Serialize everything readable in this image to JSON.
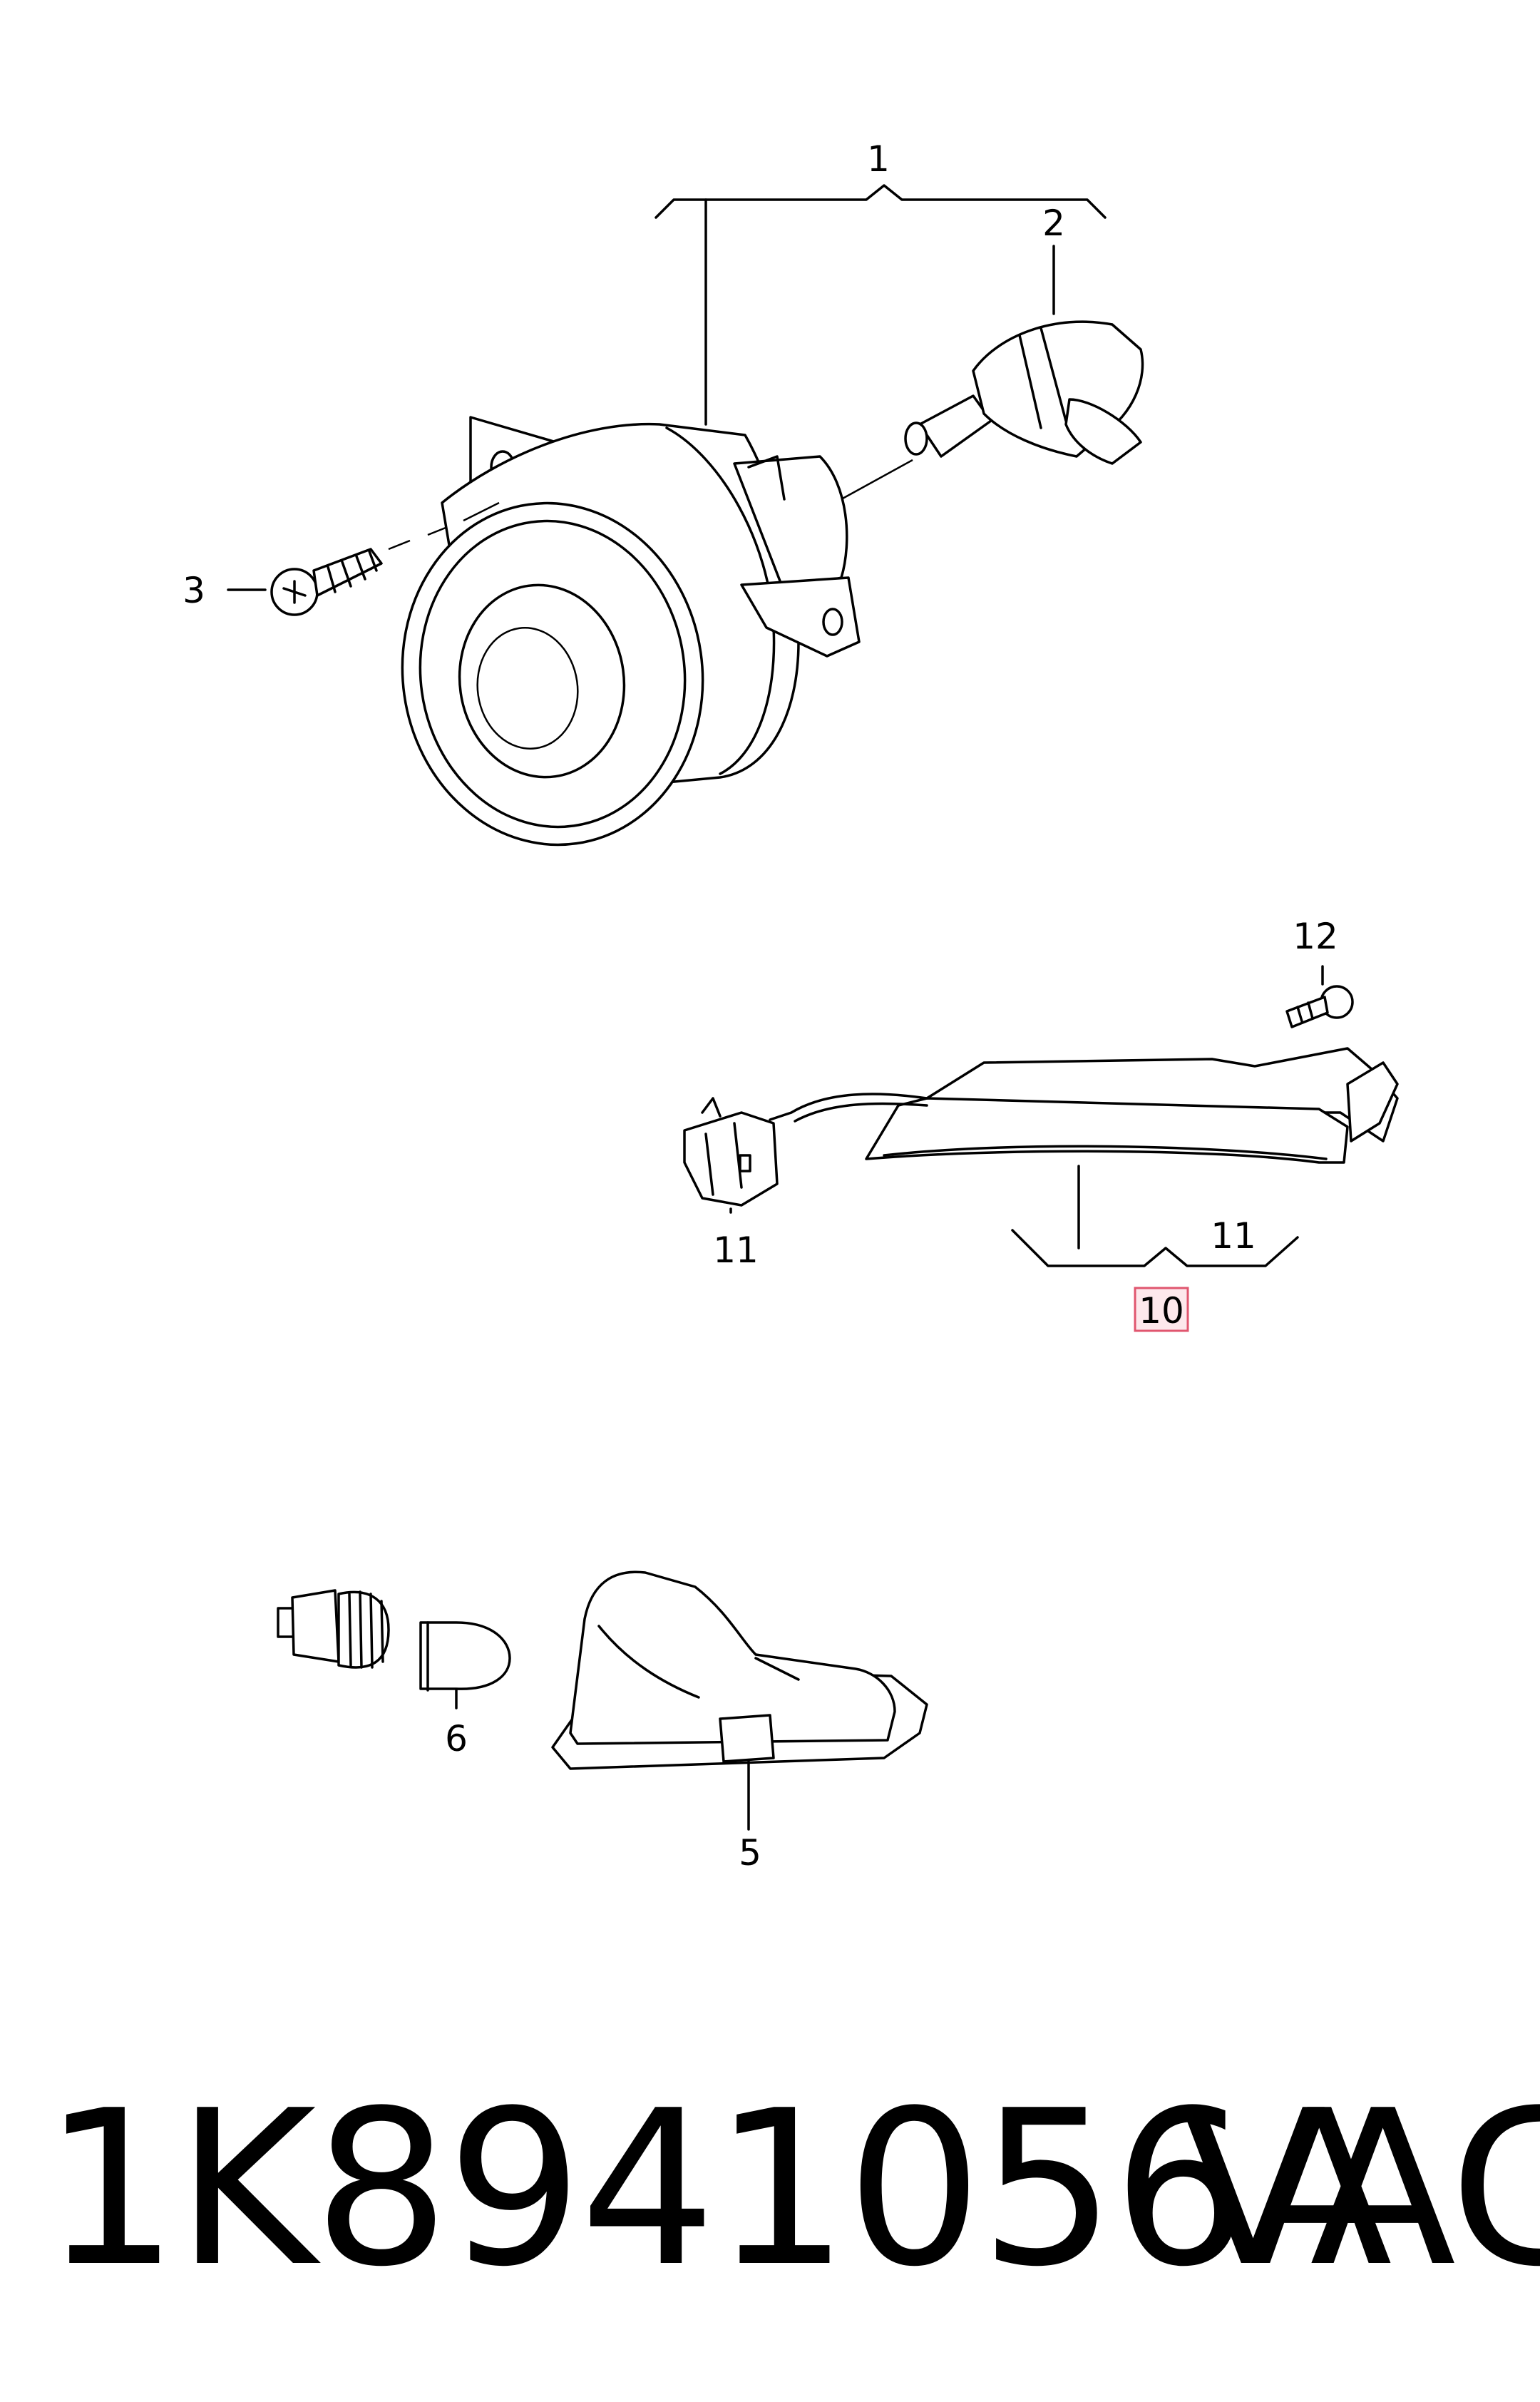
{
  "callouts": {
    "c1": "1",
    "c2": "2",
    "c3": "3",
    "c5": "5",
    "c6": "6",
    "c10": "10",
    "c11a": "11",
    "c11b": "11",
    "c12": "12"
  },
  "footer": {
    "part_number": "1K8941056A",
    "brand": "VAG"
  },
  "colors": {
    "highlight_fill": "#fde8ec",
    "highlight_border": "#e0566f"
  }
}
